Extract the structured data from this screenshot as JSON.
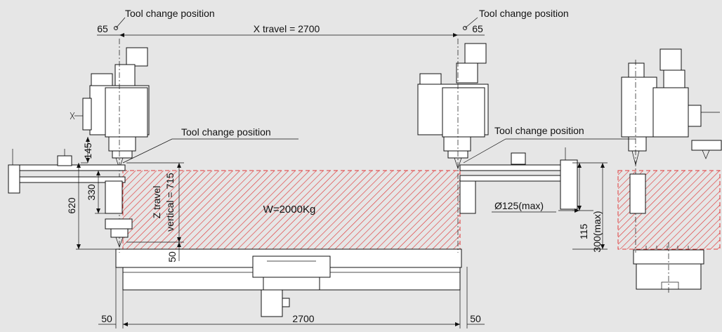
{
  "labels": {
    "tool_change_top_left": "Tool change position",
    "tool_change_top_right": "Tool change position",
    "tool_change_mid_left": "Tool change position",
    "tool_change_mid_right": "Tool change position",
    "x_travel": "X travel = 2700",
    "z_travel_line1": "Z travel",
    "z_travel_line2": "vertical = 715",
    "weight": "W=2000Kg",
    "dia": "Ø125(max)"
  },
  "dimensions": {
    "d65_left": "65",
    "d65_right": "65",
    "d145": "145",
    "d620": "620",
    "d330": "330",
    "d50_z": "50",
    "d115": "115",
    "d300max": "300(max)",
    "d50_bottom_left": "50",
    "d2700_bottom": "2700",
    "d50_bottom_right": "50"
  },
  "colors": {
    "background": "#e6e6e6",
    "hatch": "#e03a3a",
    "line": "#111111"
  }
}
